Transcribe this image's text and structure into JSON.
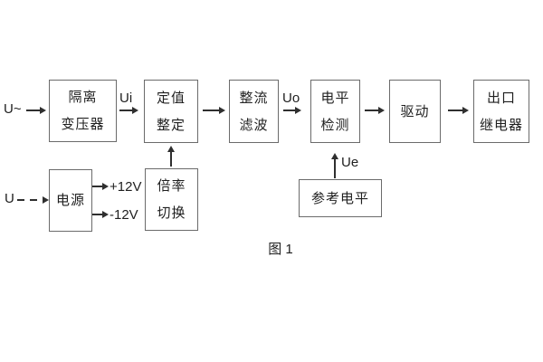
{
  "figure": {
    "caption": "图 1"
  },
  "colors": {
    "background": "#ffffff",
    "box_border": "#6b6b6b",
    "line": "#2f2f2f",
    "text": "#1f1f1f"
  },
  "blocks": {
    "isolation_transformer": {
      "line1": "隔离",
      "line2": "变压器"
    },
    "value_setting": {
      "line1": "定值",
      "line2": "整定"
    },
    "rectifier_filter": {
      "line1": "整流",
      "line2": "滤波"
    },
    "level_detection": {
      "line1": "电平",
      "line2": "检测"
    },
    "drive": {
      "line1": "驱动"
    },
    "output_relay": {
      "line1": "出口",
      "line2": "继电器"
    },
    "power_supply": {
      "line1": "电源"
    },
    "ratio_switch": {
      "line1": "倍率",
      "line2": "切换"
    },
    "reference_level": {
      "line1": "参考电平"
    }
  },
  "signals": {
    "ac_input": "U~",
    "dc_input": "U",
    "ui": "Ui",
    "uo": "Uo",
    "ue": "Ue",
    "plus_12v": "+12V",
    "minus_12v": "-12V"
  }
}
